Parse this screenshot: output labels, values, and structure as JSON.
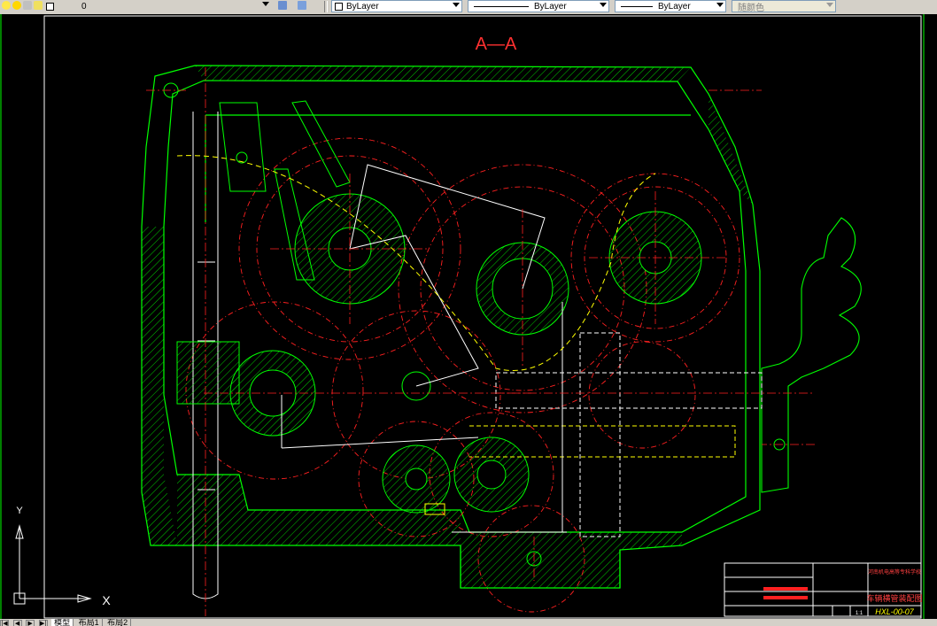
{
  "toolbar": {
    "layer_value": "0",
    "color_value": "ByLayer",
    "linetype_value": "ByLayer",
    "lineweight_value": "ByLayer",
    "plotstyle_value": "随颜色"
  },
  "drawing": {
    "section_label": "A—A",
    "title_block": {
      "drawing_name": "车辆横管装配图",
      "drawing_number": "HXL-00-07",
      "school": "河南机电高等专科学校",
      "scale": "1:1"
    }
  },
  "ucs": {
    "x_label": "X",
    "y_label": "Y"
  },
  "tabs": [
    "模型",
    "布局1",
    "布局2"
  ],
  "colors": {
    "frame": "#00ff00",
    "center": "#ff0000",
    "dim": "#ffffff",
    "yellow": "#ffff00",
    "bg": "#000000"
  }
}
